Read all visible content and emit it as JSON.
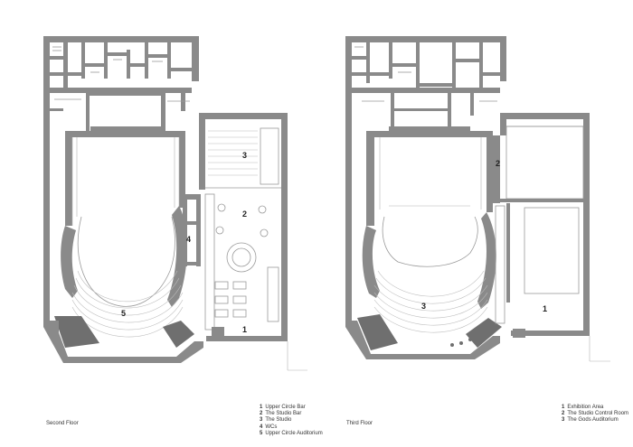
{
  "floors": [
    {
      "name": "Second Floor",
      "rooms": [
        {
          "num": "1",
          "label": "Upper Circle Bar"
        },
        {
          "num": "2",
          "label": "The Studio Bar"
        },
        {
          "num": "3",
          "label": "The Studio"
        },
        {
          "num": "4",
          "label": "WCs"
        },
        {
          "num": "5",
          "label": "Upper Circle Auditorium"
        }
      ]
    },
    {
      "name": "Third Floor",
      "rooms": [
        {
          "num": "1",
          "label": "Exhibition Area"
        },
        {
          "num": "2",
          "label": "The Studio Control Room"
        },
        {
          "num": "3",
          "label": "The Gods Auditorium"
        }
      ]
    }
  ]
}
